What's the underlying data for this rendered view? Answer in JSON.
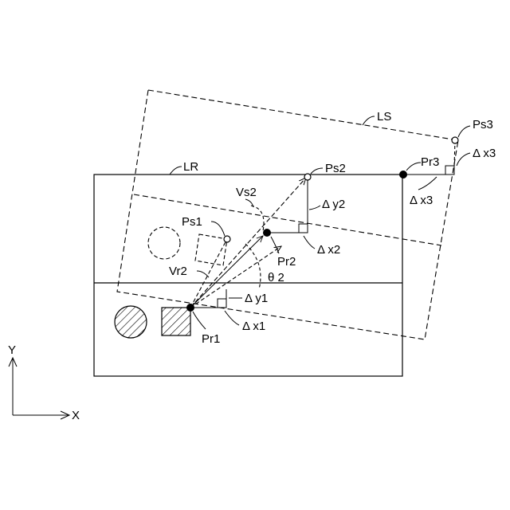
{
  "labels": {
    "LS": "LS",
    "LR": "LR",
    "Ps1": "Ps1",
    "Ps2": "Ps2",
    "Ps3": "Ps3",
    "Pr1": "Pr1",
    "Pr2": "Pr2",
    "Pr3": "Pr3",
    "Vs2": "Vs2",
    "Vr2": "Vr2",
    "theta2": "θ 2",
    "dy1": "Δ y1",
    "dy2": "Δ y2",
    "dx1": "Δ x1",
    "dx2": "Δ x2",
    "dx3a": "Δ x3",
    "dx3b": "Δ x3",
    "axisY": "Y",
    "axisX": "X"
  }
}
